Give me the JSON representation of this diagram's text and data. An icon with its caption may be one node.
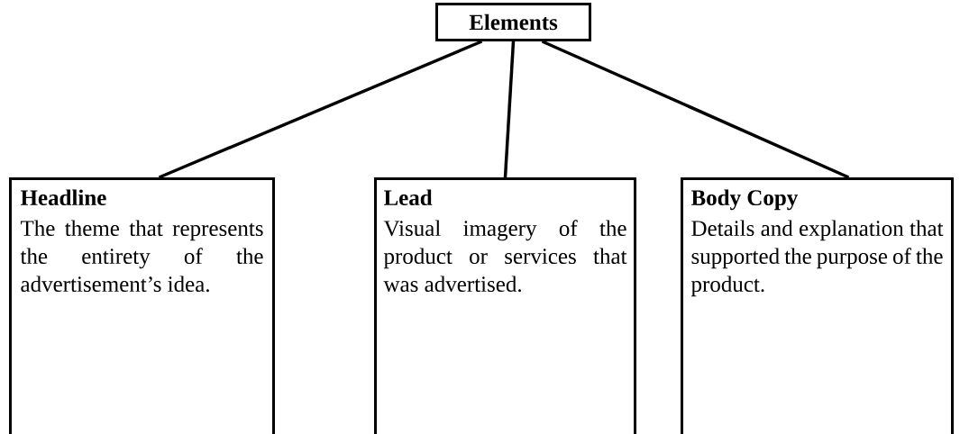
{
  "diagram": {
    "nodes": [
      {
        "text": [
          "Elements"
        ]
      },
      {
        "text": [
          "Headline",
          "The theme that represents the entirety of the advertisement’s idea."
        ]
      },
      {
        "text": [
          "Lead",
          "Visual imagery of the product or services that was advertised."
        ]
      },
      {
        "text": [
          "Body Copy",
          "Details and explanation that supported the purpose of the product."
        ]
      }
    ],
    "edges": [
      {
        "from": 0,
        "to": 1,
        "arrow": "none"
      },
      {
        "from": 0,
        "to": 2,
        "arrow": "none"
      },
      {
        "from": 0,
        "to": 3,
        "arrow": "none"
      }
    ]
  }
}
